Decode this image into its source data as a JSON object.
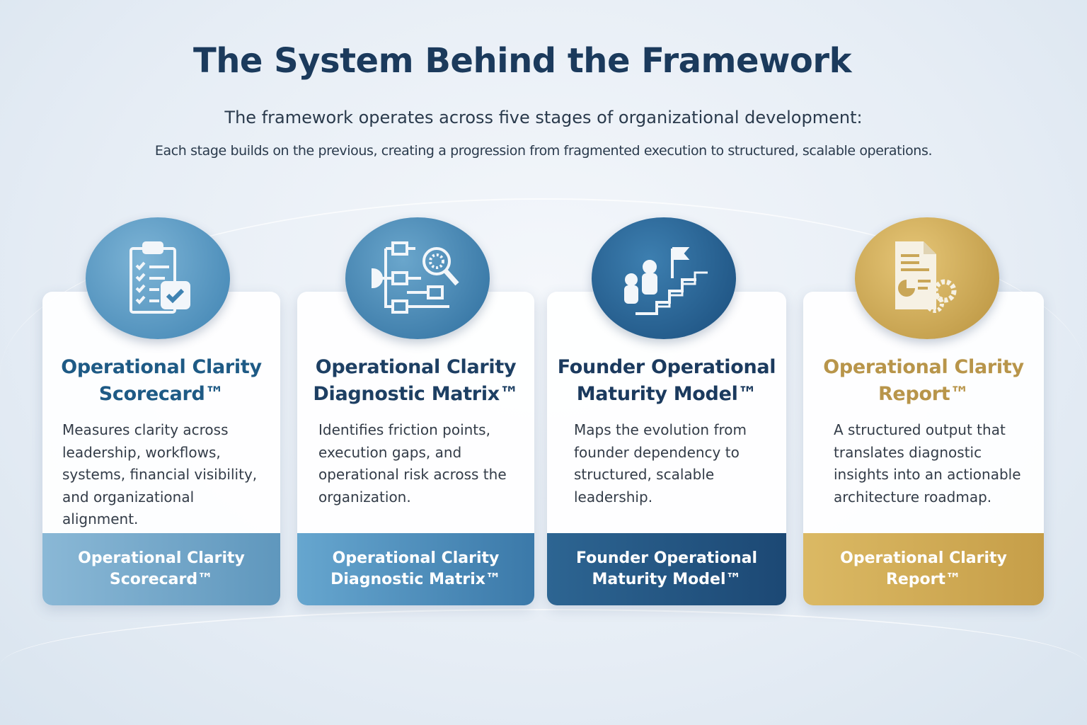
{
  "header": {
    "title": "The System Behind the Framework",
    "subtitle": "The framework operates across five stages of organizational development:",
    "description": "Each stage builds on the previous, creating a progression from fragmented execution to structured, scalable operations."
  },
  "cards": [
    {
      "title_line1": "Operational Clarity",
      "title_line2": "Scorecard™",
      "description": "Measures clarity across leadership, workflows, systems, financial visibility, and organizational alignment.",
      "footer_line1": "Operational Clarity",
      "footer_line2": "Scorecard™",
      "icon": "clipboard-checklist-icon",
      "accent": "#1e5a85"
    },
    {
      "title_line1": "Operational Clarity",
      "title_line2": "Diagnostic Matrix™",
      "description": "Identifies friction points, execution gaps, and operational risk across the organization.",
      "footer_line1": "Operational Clarity",
      "footer_line2": "Diagnostic Matrix™",
      "icon": "flowchart-magnifier-icon",
      "accent": "#1d3f63"
    },
    {
      "title_line1": "Founder Operational",
      "title_line2": "Maturity Model™",
      "description": "Maps the evolution from founder dependency to structured, scalable leadership.",
      "footer_line1": "Founder Operational",
      "footer_line2": "Maturity Model™",
      "icon": "stairs-flag-icon",
      "accent": "#1b3a5e"
    },
    {
      "title_line1": "Operational Clarity",
      "title_line2": "Report™",
      "description": "A structured output that translates diagnostic insights into an actionable architecture roadmap.",
      "footer_line1": "Operational Clarity",
      "footer_line2": "Report™",
      "icon": "report-gears-icon",
      "accent": "#b8954a"
    }
  ]
}
